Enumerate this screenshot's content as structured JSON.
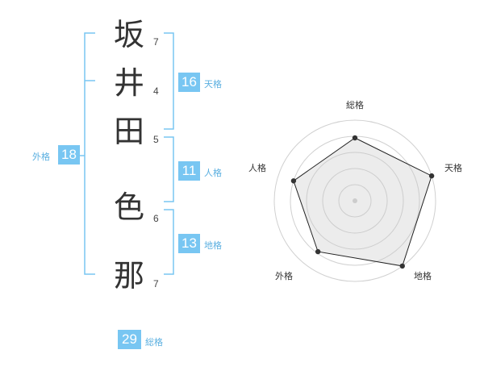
{
  "name": {
    "chars": [
      {
        "char": "坂",
        "strokes": "7"
      },
      {
        "char": "井",
        "strokes": "4"
      },
      {
        "char": "田",
        "strokes": "5"
      },
      {
        "char": "色",
        "strokes": "6"
      },
      {
        "char": "那",
        "strokes": "7"
      }
    ]
  },
  "kakusu": {
    "tenkaku": {
      "value": "16",
      "label": "天格"
    },
    "jinkaku": {
      "value": "11",
      "label": "人格"
    },
    "chikaku": {
      "value": "13",
      "label": "地格"
    },
    "gaikaku": {
      "value": "18",
      "label": "外格"
    },
    "soukaku": {
      "value": "29",
      "label": "総格"
    }
  },
  "chart_data": {
    "type": "radar",
    "axes": [
      "総格",
      "天格",
      "地格",
      "外格",
      "人格"
    ],
    "values": [
      3.9,
      5,
      5,
      3.9,
      4
    ],
    "range": [
      0,
      5
    ],
    "rings": 5,
    "accent": "#78c6f2"
  }
}
